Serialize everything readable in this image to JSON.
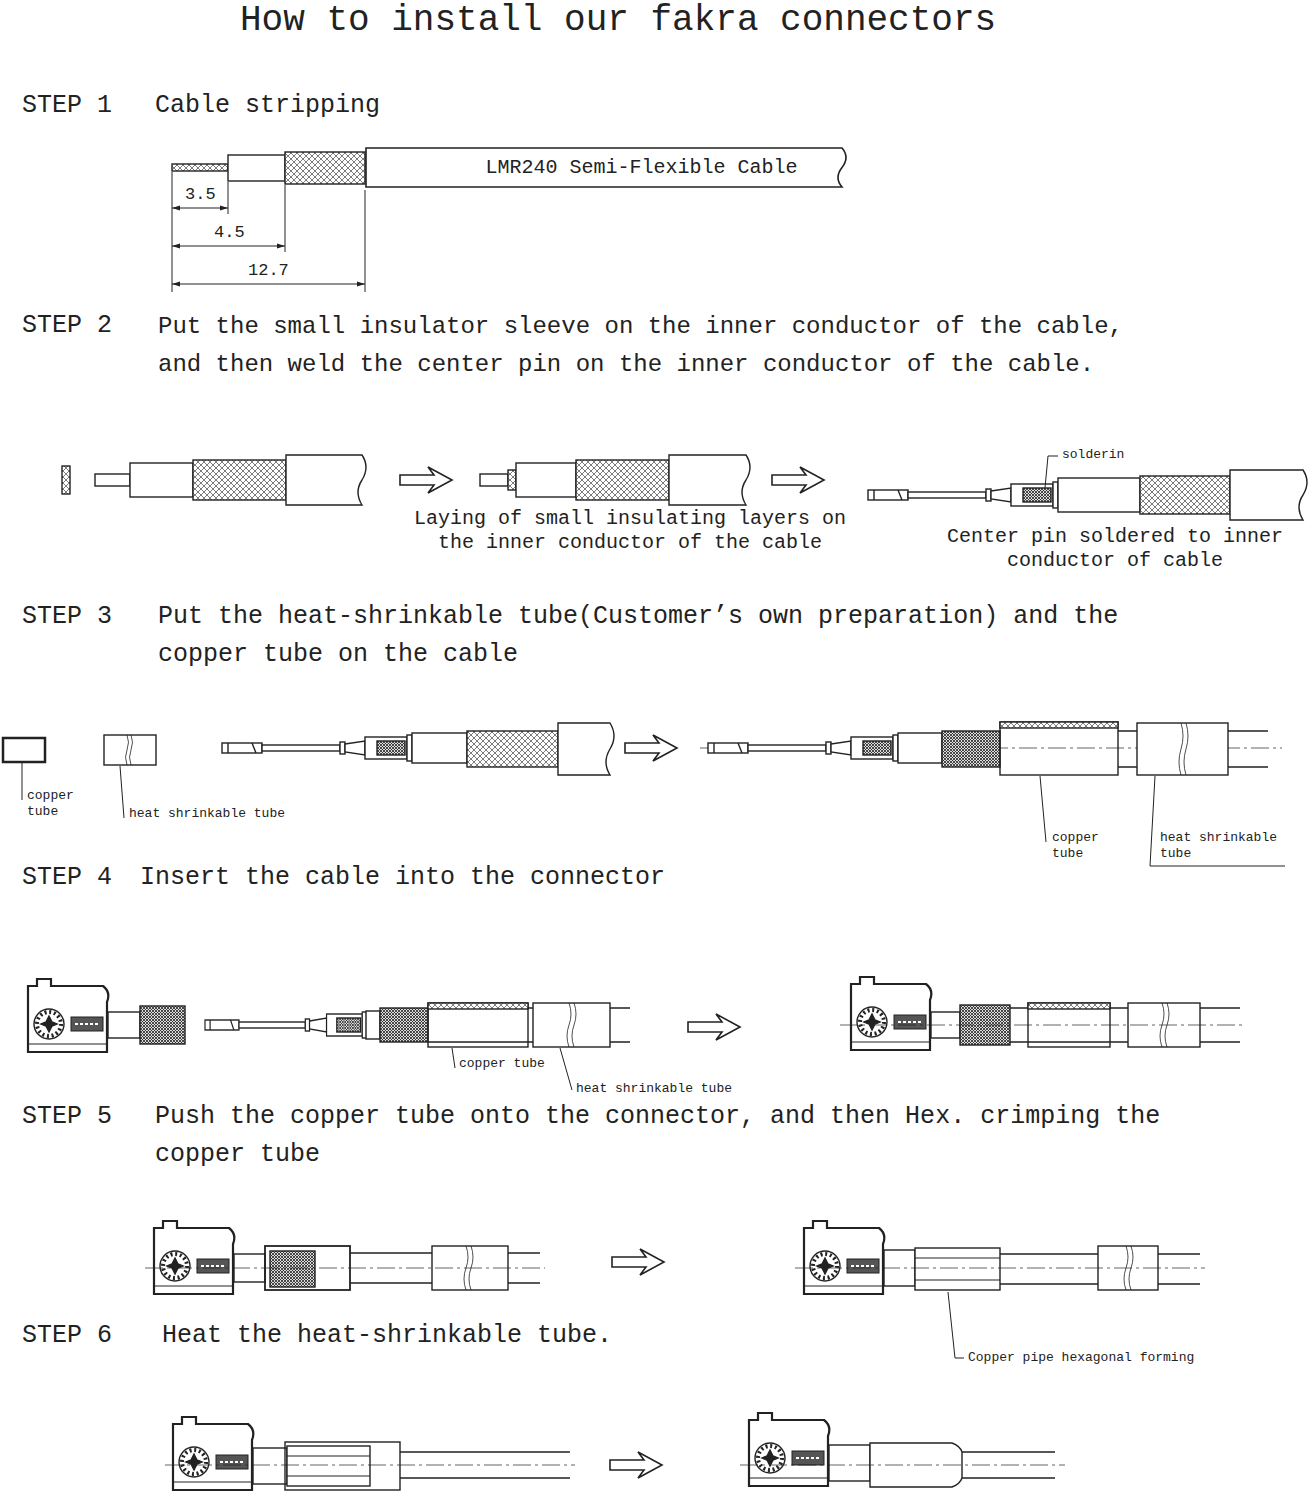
{
  "diagram": {
    "title": "How to install our fakra connectors",
    "nodes": [
      {
        "text": [
          "LMR240 Semi-Flexible Cable"
        ]
      }
    ],
    "labels": [
      "STEP 1",
      "Cable stripping",
      "3.5",
      "4.5",
      "12.7",
      "STEP 2",
      "Put the small insulator sleeve on the inner conductor of the cable, and then weld the center pin on the inner conductor of the cable.",
      "solderin",
      "Laying of small insulating layers on the inner conductor of the cable",
      "Center pin soldered to inner conductor of cable",
      "STEP 3",
      "Put the heat-shrinkable tube(Customer’s own preparation) and the copper tube on the cable",
      "copper tube",
      "heat shrinkable tube",
      "copper tube",
      "heat shrinkable tube",
      "STEP 4",
      "Insert the cable into the connector",
      "copper tube",
      "heat shrinkable tube",
      "STEP 5",
      "Push the copper tube onto the connector, and then Hex. crimping the copper tube",
      "Copper pipe hexagonal forming",
      "STEP 6",
      "Heat the heat-shrinkable tube."
    ]
  }
}
